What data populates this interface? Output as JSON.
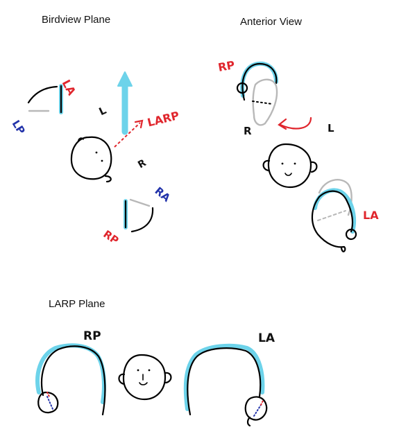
{
  "panels": {
    "birdview": {
      "title": "Birdview Plane",
      "labels": {
        "la": "LA",
        "lp": "LP",
        "ra": "RA",
        "rp": "RP",
        "larp": "LARP",
        "l": "L",
        "r": "R"
      }
    },
    "anterior": {
      "title": "Anterior View",
      "labels": {
        "rp": "RP",
        "r": "R",
        "l": "L",
        "la": "LA"
      }
    },
    "larp_plane": {
      "title": "LARP Plane",
      "labels": {
        "rp": "RP",
        "la": "LA"
      }
    }
  },
  "colors": {
    "canal_highlight": "#6dd3ea",
    "red_label": "#e0262d",
    "blue_label": "#2233aa",
    "grey_canal": "#b8b8b8",
    "ink": "#000000"
  },
  "icons": [
    "head-face-icon",
    "up-arrow-icon",
    "rotation-arrow-icon",
    "semicircular-canal-icon"
  ]
}
